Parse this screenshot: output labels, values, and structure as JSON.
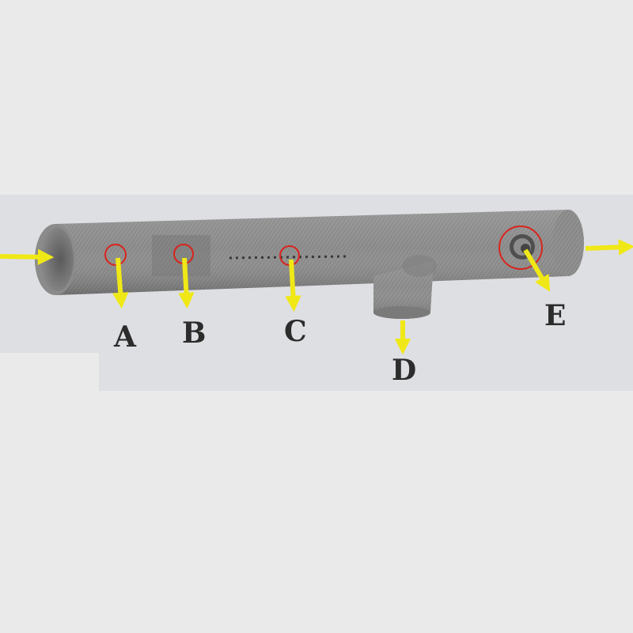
{
  "diagram": {
    "labels": {
      "a": "A",
      "b": "B",
      "c": "C",
      "d": "D",
      "e": "E"
    },
    "colors": {
      "background": "#eaeaea",
      "band": "#dedfe3",
      "pipe": "#8f8f8f",
      "pipe_dark": "#6d6d6d",
      "arrow": "#f0e816",
      "marker": "#d9241c",
      "label": "#2c2c2c"
    }
  }
}
